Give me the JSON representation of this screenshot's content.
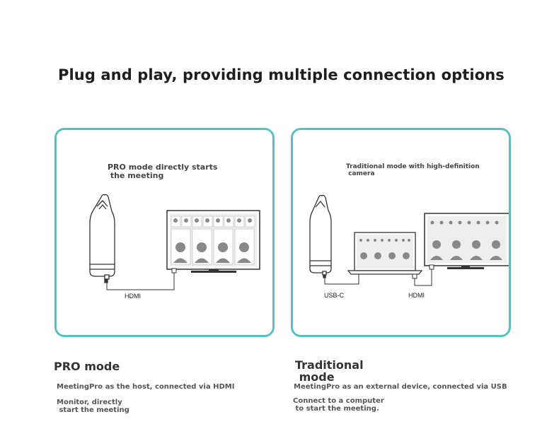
{
  "headline": "Plug and play, providing multiple connection options",
  "panels": {
    "pro": {
      "note": "PRO mode directly starts\n the meeting",
      "cable_label": "HDMI"
    },
    "traditional": {
      "note": "Traditional mode with high-definition\n camera",
      "cable_label_left": "USB-C",
      "cable_label_right": "HDMI"
    }
  },
  "pro_mode": {
    "title": "PRO mode",
    "desc1": "MeetingPro as the host, connected via HDMI",
    "desc2": "Monitor, directly\n start the meeting"
  },
  "traditional_mode": {
    "title": "Traditional\n mode",
    "desc1": "MeetingPro as an external device, connected via USB",
    "desc2": "Connect to a computer\n to start the meeting."
  },
  "colors": {
    "panel_border": "#5bbfbf"
  },
  "icons": [
    "camera-device-icon",
    "monitor-icon",
    "laptop-icon",
    "cable-icon"
  ]
}
